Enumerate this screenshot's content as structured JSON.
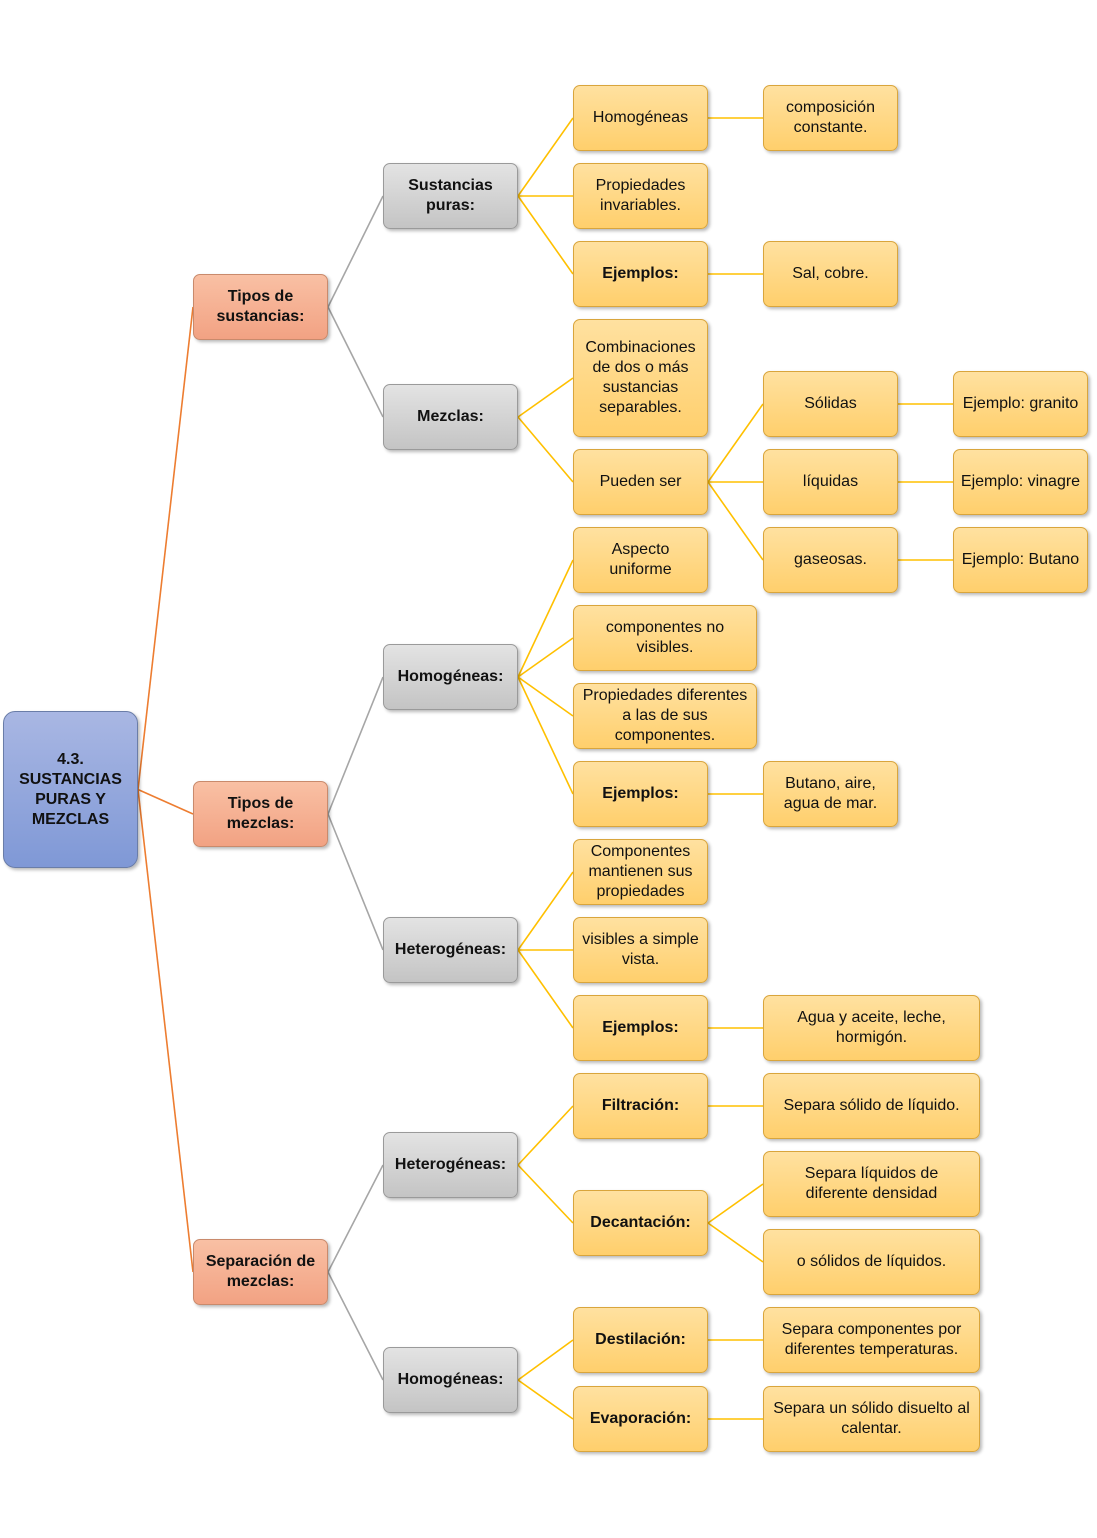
{
  "colors": {
    "root": "#8fa3dc",
    "level1": "#f5b091",
    "level2": "#d4d4d4",
    "leaf": "#ffd77f",
    "edge_root": "#ed7d31",
    "edge_level1": "#a6a6a6",
    "edge_leaf": "#ffc000"
  },
  "root": {
    "label": "4.3.\nSUSTANCIAS\nPURAS Y\nMEZCLAS"
  },
  "tipos_sustancias": {
    "label": "Tipos de\nsustancias:",
    "puras": {
      "label": "Sustancias\npuras:",
      "homogeneas": "Homogéneas",
      "composicion": "composición\nconstante.",
      "propiedades": "Propiedades\ninvariables.",
      "ejemplos": "Ejemplos:",
      "ejemplos_valor": "Sal, cobre."
    },
    "mezclas": {
      "label": "Mezclas:",
      "combinaciones": "Combinaciones\nde dos o más\nsustancias\nseparables.",
      "pueden_ser": "Pueden ser",
      "solidas": "Sólidas",
      "solidas_ej": "Ejemplo: granito",
      "liquidas": "líquidas",
      "liquidas_ej": "Ejemplo: vinagre",
      "gaseosas": "gaseosas.",
      "gaseosas_ej": "Ejemplo: Butano"
    }
  },
  "tipos_mezclas": {
    "label": "Tipos de\nmezclas:",
    "homogeneas": {
      "label": "Homogéneas:",
      "aspecto": "Aspecto\nuniforme",
      "componentes": "componentes no\nvisibles.",
      "propiedades": "Propiedades diferentes\na las de sus\ncomponentes.",
      "ejemplos": "Ejemplos:",
      "ejemplos_valor": "Butano, aire,\nagua de mar."
    },
    "heterogeneas": {
      "label": "Heterogéneas:",
      "componentes": "Componentes\nmantienen sus\npropiedades",
      "visibles": "visibles a simple\nvista.",
      "ejemplos": "Ejemplos:",
      "ejemplos_valor": "Agua y aceite, leche,\nhormigón."
    }
  },
  "separacion": {
    "label": "Separación de\nmezclas:",
    "heterogeneas": {
      "label": "Heterogéneas:",
      "filtracion": "Filtración:",
      "filtracion_desc": "Separa sólido de líquido.",
      "decantacion": "Decantación:",
      "decantacion_desc1": "Separa líquidos de\ndiferente densidad",
      "decantacion_desc2": "o sólidos de líquidos."
    },
    "homogeneas": {
      "label": "Homogéneas:",
      "destilacion": "Destilación:",
      "destilacion_desc": "Separa componentes por\ndiferentes temperaturas.",
      "evaporacion": "Evaporación:",
      "evaporacion_desc": "Separa un sólido disuelto al\ncalentar."
    }
  }
}
